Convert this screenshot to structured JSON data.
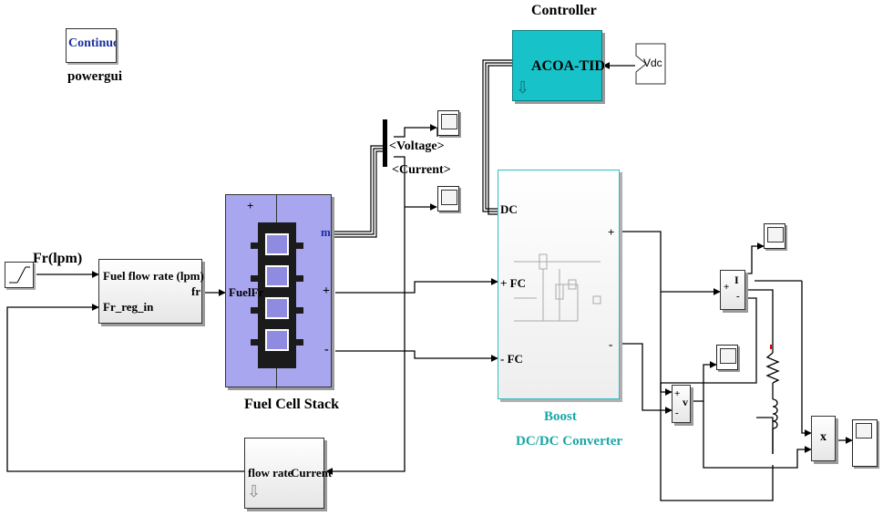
{
  "powergui": {
    "icon_text": "Continuous",
    "label": "powergui"
  },
  "controller": {
    "title": "Controller",
    "block_label": "ACOA-TID",
    "input_label": "Vdc",
    "color": "#17c3c8"
  },
  "signal_source": {
    "label": "Fr(lpm)"
  },
  "flow_block": {
    "port_top": "Fuel flow rate (lpm)",
    "port_bottom": "Fr_reg_in",
    "port_out": "fr"
  },
  "fuel_cell": {
    "label": "Fuel Cell Stack",
    "port_in": "FuelFr",
    "port_m": "m",
    "port_plus": "+",
    "port_minus": "-",
    "top_mark": "+",
    "color": "#a9a6f0"
  },
  "bus_selector": {
    "voltage": "<Voltage>",
    "current": "<Current>"
  },
  "boost": {
    "title": "Boost",
    "subtitle": "DC/DC Converter",
    "port_dc": "DC",
    "port_fc_plus": "+ FC",
    "port_fc_minus": "- FC",
    "port_out_plus": "+",
    "port_out_minus": "-",
    "color": "#2fbfbf",
    "label_color": "#1aa6a6"
  },
  "flow_rate_block": {
    "port_in": "Current",
    "port_out": "flow rate"
  },
  "current_meas": {
    "label": "I",
    "plus": "+",
    "minus": "-"
  },
  "voltage_meas": {
    "label": "v",
    "plus": "+",
    "minus": "-"
  },
  "product": {
    "label": "x"
  }
}
